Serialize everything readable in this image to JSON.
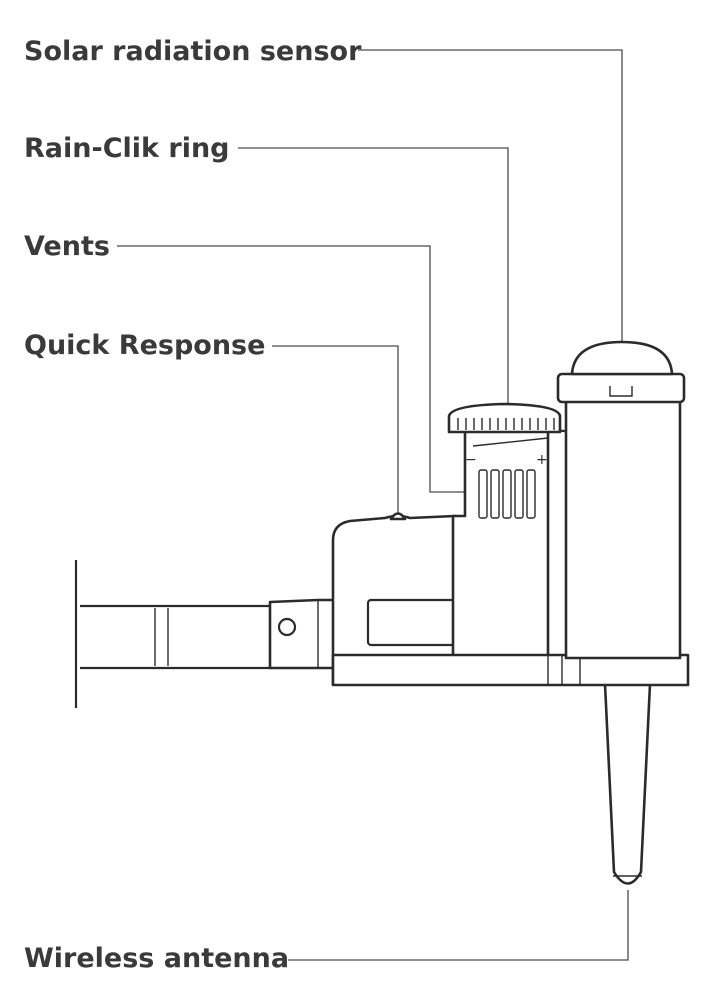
{
  "labels": {
    "solar_radiation_sensor": "Solar radiation sensor",
    "rain_clik_ring": "Rain-Clik ring",
    "vents": "Vents",
    "quick_response": "Quick Response",
    "wireless_antenna": "Wireless antenna"
  },
  "ring_symbols": {
    "minus": "−",
    "plus": "+"
  }
}
